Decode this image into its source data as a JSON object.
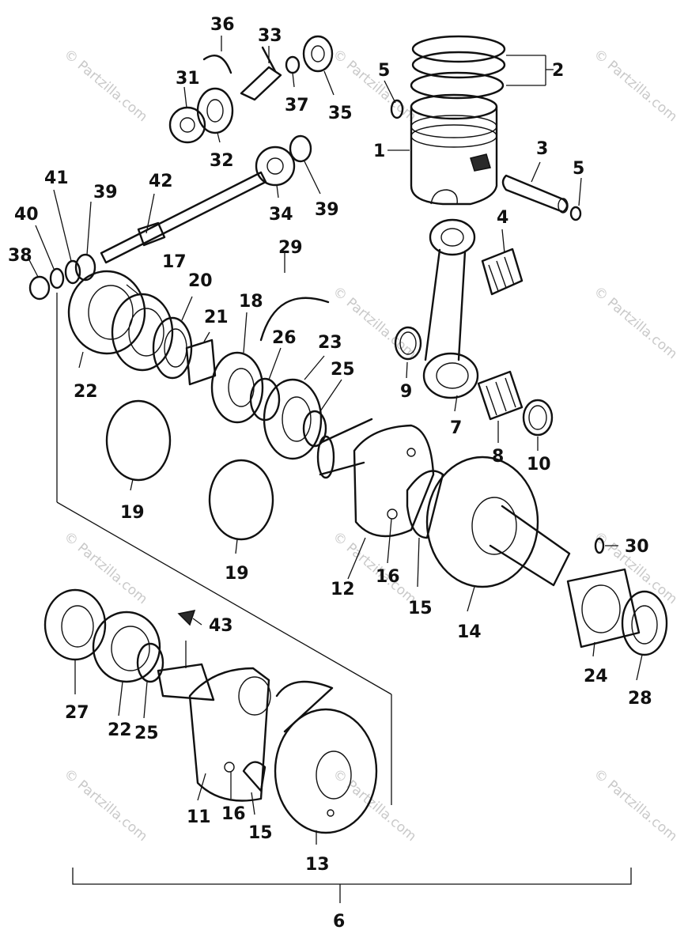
{
  "watermark": "© Partzilla.com",
  "labels": {
    "p1": "1",
    "p2": "2",
    "p3": "3",
    "p4": "4",
    "p5a": "5",
    "p5b": "5",
    "p6": "6",
    "p7": "7",
    "p8": "8",
    "p9": "9",
    "p10": "10",
    "p11": "11",
    "p12": "12",
    "p13": "13",
    "p14": "14",
    "p15a": "15",
    "p15b": "15",
    "p16a": "16",
    "p16b": "16",
    "p17": "17",
    "p18": "18",
    "p19a": "19",
    "p19b": "19",
    "p20": "20",
    "p21": "21",
    "p22a": "22",
    "p22b": "22",
    "p23": "23",
    "p24": "24",
    "p25a": "25",
    "p25b": "25",
    "p26": "26",
    "p27": "27",
    "p28": "28",
    "p29": "29",
    "p30": "30",
    "p31": "31",
    "p32": "32",
    "p33": "33",
    "p34": "34",
    "p35": "35",
    "p36": "36",
    "p37": "37",
    "p38": "38",
    "p39a": "39",
    "p39b": "39",
    "p40": "40",
    "p41": "41",
    "p42": "42",
    "p43": "43"
  }
}
